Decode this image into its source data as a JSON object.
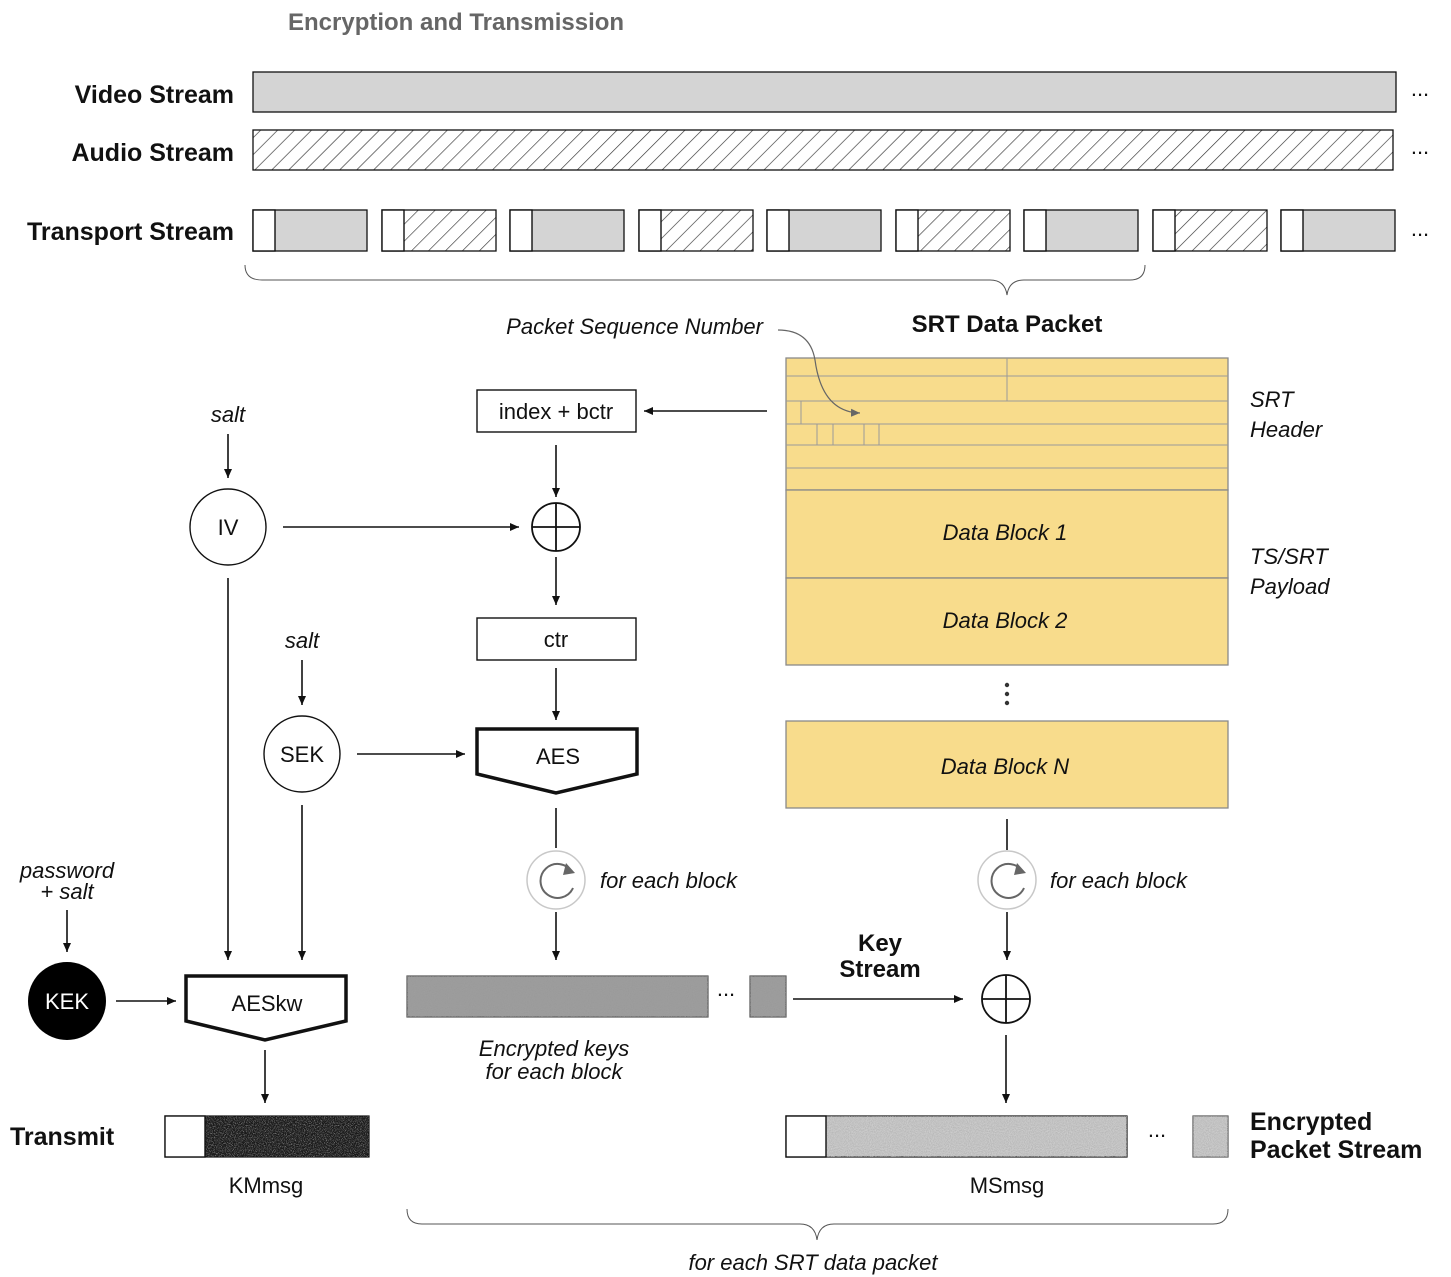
{
  "title": "Encryption and Transmission",
  "streams": {
    "video": "Video Stream",
    "audio": "Audio Stream",
    "transport": "Transport Stream",
    "ellipsis": "..."
  },
  "packet": {
    "title": "SRT Data Packet",
    "psn_label": "Packet Sequence Number",
    "header_line1": "SRT",
    "header_line2": "Header",
    "payload_line1": "TS/SRT",
    "payload_line2": "Payload",
    "block1": "Data Block 1",
    "block2": "Data Block 2",
    "blockN": "Data Block N"
  },
  "flow": {
    "salt1": "salt",
    "iv": "IV",
    "salt2": "salt",
    "sek": "SEK",
    "password_line1": "password",
    "password_line2": "+ salt",
    "kek": "KEK",
    "aeskw": "AESkw",
    "index_bctr": "index + bctr",
    "ctr": "ctr",
    "aes": "AES",
    "for_each_block_1": "for each block",
    "for_each_block_2": "for each block",
    "key_stream_line1": "Key",
    "key_stream_line2": "Stream",
    "encrypted_keys_line1": "Encrypted keys",
    "encrypted_keys_line2": "for each block",
    "transmit": "Transmit",
    "kmmsg": "KMmsg",
    "msmsg": "MSmsg",
    "encrypted_packet_line1": "Encrypted",
    "encrypted_packet_line2": "Packet Stream",
    "for_each_packet": "for each SRT data packet",
    "ellipsis": "..."
  },
  "colors": {
    "packet_fill": "#f8dc8c",
    "video_fill": "#d4d4d4",
    "kek_fill": "#000000"
  }
}
